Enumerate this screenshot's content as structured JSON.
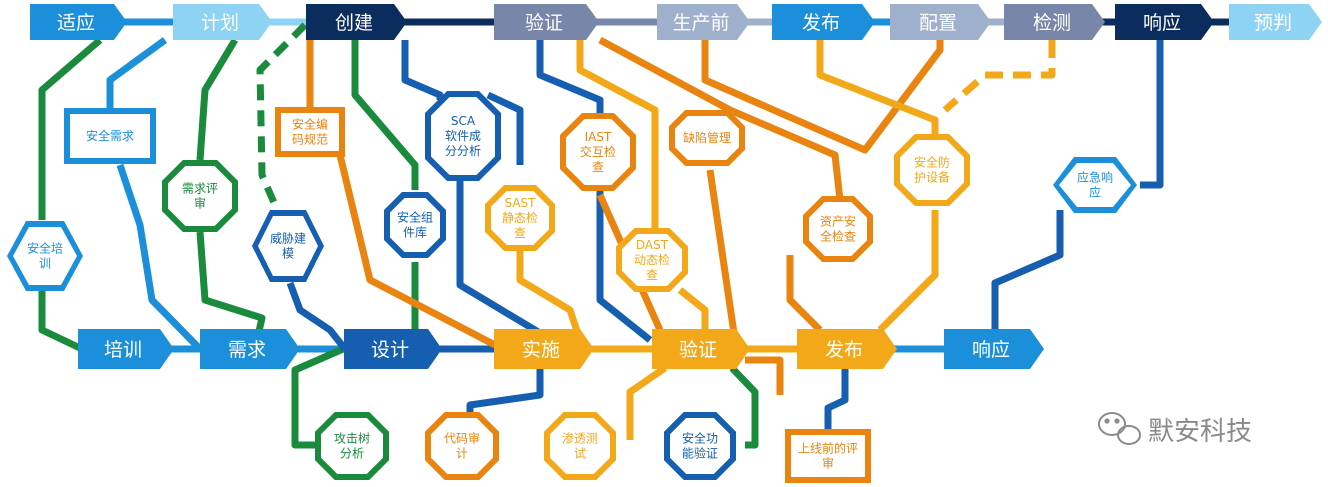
{
  "colors": {
    "navy": "#0b2d5e",
    "blue": "#155eb0",
    "sky": "#1b8fd9",
    "light": "#8ed3f4",
    "slate": "#7786a9",
    "slate_light": "#9fb0cc",
    "orange": "#e8840f",
    "amber": "#f2a818",
    "green": "#1a8a3c"
  },
  "top_row": [
    {
      "label": "适应",
      "color": "#1b8fd9"
    },
    {
      "label": "计划",
      "color": "#8ed3f4"
    },
    {
      "label": "创建",
      "color": "#0b2d5e"
    },
    {
      "label": "验证",
      "color": "#7786a9"
    },
    {
      "label": "生产前",
      "color": "#9fb0cc"
    },
    {
      "label": "发布",
      "color": "#1b8fd9"
    },
    {
      "label": "配置",
      "color": "#9fb0cc"
    },
    {
      "label": "检测",
      "color": "#7786a9"
    },
    {
      "label": "响应",
      "color": "#0b2d5e"
    },
    {
      "label": "预判",
      "color": "#8ed3f4"
    }
  ],
  "bottom_row": [
    {
      "label": "培训",
      "color": "#1b8fd9"
    },
    {
      "label": "需求",
      "color": "#1b8fd9"
    },
    {
      "label": "设计",
      "color": "#155eb0"
    },
    {
      "label": "实施",
      "color": "#f2a818"
    },
    {
      "label": "验证",
      "color": "#f2a818"
    },
    {
      "label": "发布",
      "color": "#f2a818"
    },
    {
      "label": "响应",
      "color": "#1b8fd9"
    }
  ],
  "nodes": [
    {
      "label": "安全需求",
      "color": "#1b8fd9"
    },
    {
      "label": "需求评审",
      "color": "#1a8a3c"
    },
    {
      "label": "安全培训",
      "color": "#1b8fd9"
    },
    {
      "label": "威胁建模",
      "color": "#155eb0"
    },
    {
      "label": "安全编码规范",
      "color": "#e8840f"
    },
    {
      "label": "SCA软件成分分析",
      "color": "#155eb0"
    },
    {
      "label": "安全组件库",
      "color": "#155eb0"
    },
    {
      "label": "SAST静态检查",
      "color": "#f2a818"
    },
    {
      "label": "IAST交互检查",
      "color": "#e8840f"
    },
    {
      "label": "DAST动态检查",
      "color": "#f2a818"
    },
    {
      "label": "缺陷管理",
      "color": "#e8840f"
    },
    {
      "label": "资产安全检查",
      "color": "#e8840f"
    },
    {
      "label": "安全防护设备",
      "color": "#f2a818"
    },
    {
      "label": "应急响应",
      "color": "#1b8fd9"
    },
    {
      "label": "攻击树分析",
      "color": "#1a8a3c"
    },
    {
      "label": "代码审计",
      "color": "#e8840f"
    },
    {
      "label": "渗透测试",
      "color": "#f2a818"
    },
    {
      "label": "安全功能验证",
      "color": "#155eb0"
    },
    {
      "label": "上线前的评审",
      "color": "#e8840f"
    }
  ],
  "watermark": {
    "text": "默安科技",
    "icon": "wechat-icon"
  }
}
